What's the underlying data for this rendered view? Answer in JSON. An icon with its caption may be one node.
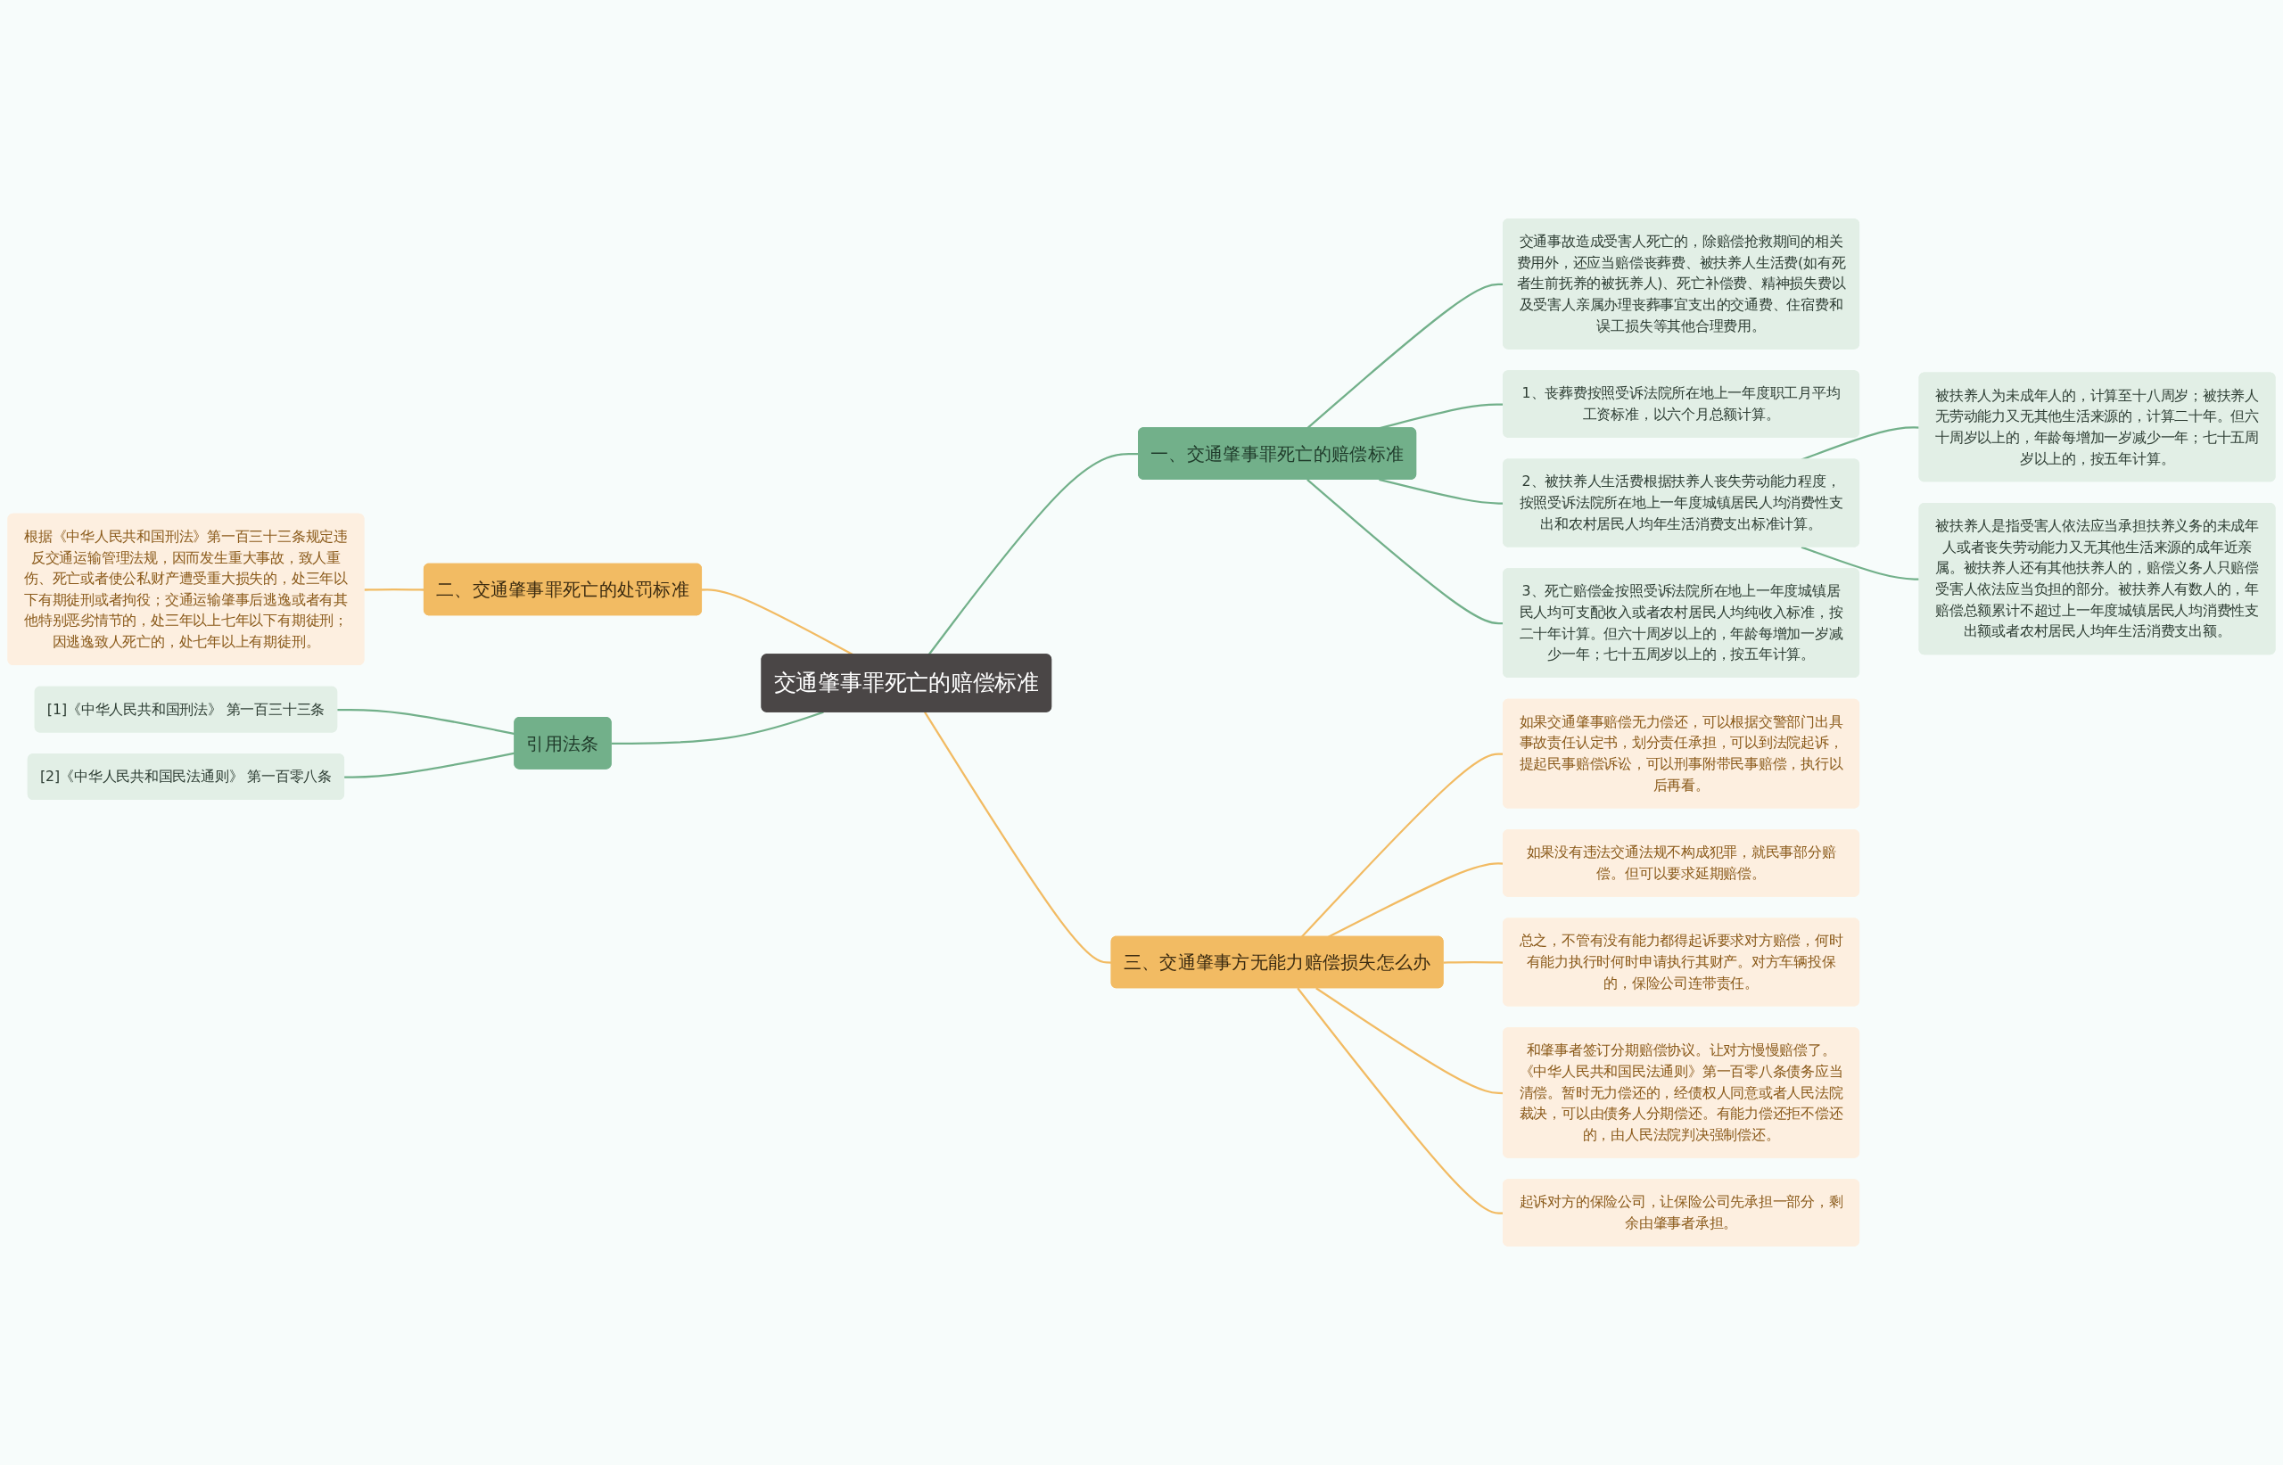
{
  "diagram": {
    "nodes": [
      {
        "text": [
          "交通肇事罪死亡的赔偿标准"
        ]
      },
      {
        "text": [
          "一、交通肇事罪死亡的赔偿标准"
        ]
      },
      {
        "text": [
          "交通事故造成受害人死亡的，除赔偿抢救期间的相关费用外，还应当赔偿丧葬费、被扶养人生活费(如有死者生前抚养的被抚养人)、死亡补偿费、精神损失费以及受害人亲属办理丧葬事宜支出的交通费、住宿费和误工损失等其他合理费用。"
        ]
      },
      {
        "text": [
          "1、丧葬费按照受诉法院所在地上一年度职工月平均工资标准，以六个月总额计算。"
        ]
      },
      {
        "text": [
          "2、被扶养人生活费根据扶养人丧失劳动能力程度，按照受诉法院所在地上一年度城镇居民人均消费性支出和农村居民人均年生活消费支出标准计算。"
        ]
      },
      {
        "text": [
          "被扶养人为未成年人的，计算至十八周岁；被扶养人无劳动能力又无其他生活来源的，计算二十年。但六十周岁以上的，年龄每增加一岁减少一年；七十五周岁以上的，按五年计算。"
        ]
      },
      {
        "text": [
          "被扶养人是指受害人依法应当承担扶养义务的未成年人或者丧失劳动能力又无其他生活来源的成年近亲属。被扶养人还有其他扶养人的，赔偿义务人只赔偿受害人依法应当负担的部分。被扶养人有数人的，年赔偿总额累计不超过上一年度城镇居民人均消费性支出额或者农村居民人均年生活消费支出额。"
        ]
      },
      {
        "text": [
          "3、死亡赔偿金按照受诉法院所在地上一年度城镇居民人均可支配收入或者农村居民人均纯收入标准，按二十年计算。但六十周岁以上的，年龄每增加一岁减少一年；七十五周岁以上的，按五年计算。"
        ]
      },
      {
        "text": [
          "根据《中华人民共和国刑法》第一百三十三条规定违反交通运输管理法规，因而发生重大事故，致人重伤、死亡或者使公私财产遭受重大损失的，处三年以下有期徒刑或者拘役；交通运输肇事后逃逸或者有其他特别恶劣情节的，处三年以上七年以下有期徒刑；因逃逸致人死亡的，处七年以上有期徒刑。"
        ]
      },
      {
        "text": [
          "二、交通肇事罪死亡的处罚标准"
        ]
      },
      {
        "text": [
          "[1]《中华人民共和国刑法》 第一百三十三条"
        ]
      },
      {
        "text": [
          "[2]《中华人民共和国民法通则》 第一百零八条"
        ]
      },
      {
        "text": [
          "引用法条"
        ]
      },
      {
        "text": [
          "三、交通肇事方无能力赔偿损失怎么办"
        ]
      },
      {
        "text": [
          "如果交通肇事赔偿无力偿还，可以根据交警部门出具事故责任认定书，划分责任承担，可以到法院起诉，提起民事赔偿诉讼，可以刑事附带民事赔偿，执行以后再看。"
        ]
      },
      {
        "text": [
          "如果没有违法交通法规不构成犯罪，就民事部分赔偿。但可以要求延期赔偿。"
        ]
      },
      {
        "text": [
          "总之，不管有没有能力都得起诉要求对方赔偿，何时有能力执行时何时申请执行其财产。对方车辆投保的，保险公司连带责任。"
        ]
      },
      {
        "text": [
          "和肇事者签订分期赔偿协议。让对方慢慢赔偿了。《中华人民共和国民法通则》第一百零八条债务应当清偿。暂时无力偿还的，经债权人同意或者人民法院裁决，可以由债务人分期偿还。有能力偿还拒不偿还的，由人民法院判决强制偿还。"
        ]
      },
      {
        "text": [
          "起诉对方的保险公司，让保险公司先承担一部分，剩余由肇事者承担。"
        ]
      }
    ],
    "edges": [
      {
        "from": 0,
        "to": 1,
        "arrow": "none"
      },
      {
        "from": 1,
        "to": 2,
        "arrow": "none"
      },
      {
        "from": 1,
        "to": 3,
        "arrow": "none"
      },
      {
        "from": 1,
        "to": 4,
        "arrow": "none"
      },
      {
        "from": 4,
        "to": 5,
        "arrow": "none"
      },
      {
        "from": 4,
        "to": 6,
        "arrow": "none"
      },
      {
        "from": 1,
        "to": 7,
        "arrow": "none"
      },
      {
        "from": 8,
        "to": 9,
        "arrow": "none",
        "color": "#f2bb63"
      },
      {
        "from": 9,
        "to": 0,
        "arrow": "none",
        "color": "#f2bb63"
      },
      {
        "from": 10,
        "to": 12,
        "arrow": "none"
      },
      {
        "from": 11,
        "to": 12,
        "arrow": "none"
      },
      {
        "from": 12,
        "to": 0,
        "arrow": "none"
      },
      {
        "from": 0,
        "to": 13,
        "arrow": "none",
        "color": "#f2bb63"
      },
      {
        "from": 13,
        "to": 14,
        "arrow": "none",
        "color": "#f2bb63"
      },
      {
        "from": 13,
        "to": 15,
        "arrow": "none",
        "color": "#f2bb63"
      },
      {
        "from": 13,
        "to": 16,
        "arrow": "none",
        "color": "#f2bb63"
      },
      {
        "from": 13,
        "to": 17,
        "arrow": "none",
        "color": "#f2bb63"
      },
      {
        "from": 13,
        "to": 18,
        "arrow": "none",
        "color": "#f2bb63"
      }
    ]
  }
}
